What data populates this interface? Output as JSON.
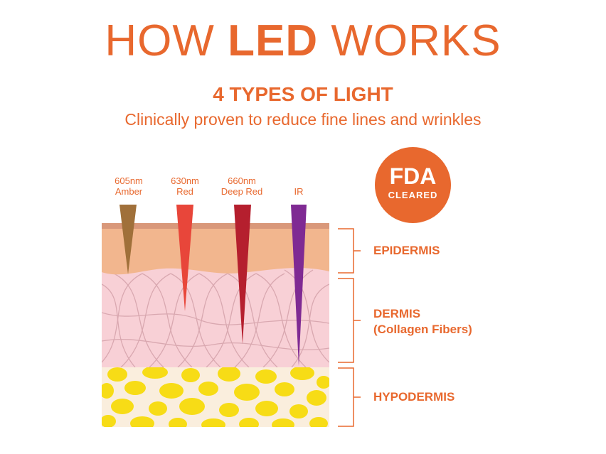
{
  "header": {
    "title_prefix": "HOW ",
    "title_bold": "LED",
    "title_suffix": " WORKS",
    "subtitle": "4 TYPES OF LIGHT",
    "tagline": "Clinically proven to reduce fine lines and wrinkles"
  },
  "badge": {
    "line1": "FDA",
    "line2": "CLEARED"
  },
  "wavelengths": [
    {
      "line1": "605nm",
      "line2": "Amber",
      "color": "#a0703a"
    },
    {
      "line1": "630nm",
      "line2": "Red",
      "color": "#e8463a"
    },
    {
      "line1": "660nm",
      "line2": "Deep Red",
      "color": "#b51f2e"
    },
    {
      "line1": "",
      "line2": "IR",
      "color": "#7f2a93"
    }
  ],
  "layers": {
    "epidermis": "EPIDERMIS",
    "dermis_line1": "DERMIS",
    "dermis_line2": "(Collagen Fibers)",
    "hypodermis": "HYPODERMIS"
  },
  "colors": {
    "accent": "#e8682e",
    "epidermis": "#f2b68e",
    "dermis": "#f8d0d6",
    "hypodermis": "#faeedd",
    "fat": "#f7dc16"
  }
}
